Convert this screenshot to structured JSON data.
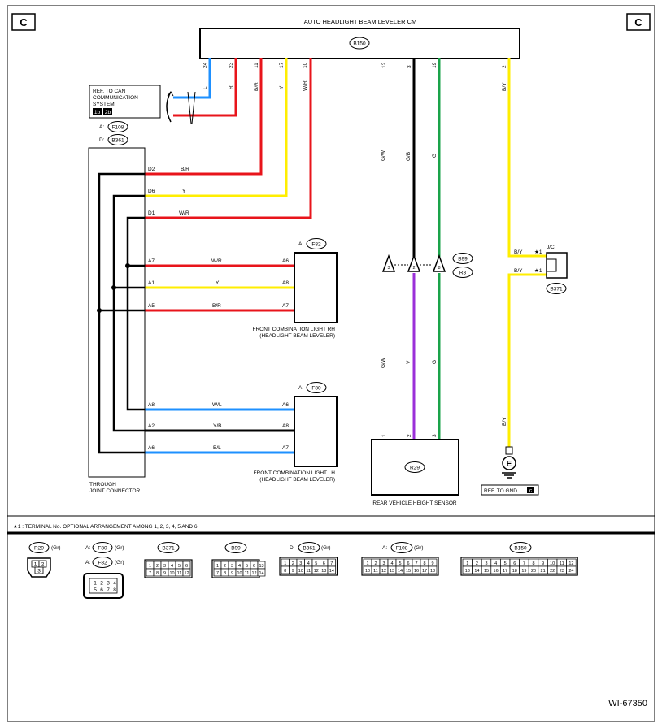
{
  "diagram_id": "WI-67350",
  "corner_markers": {
    "left": "C",
    "right": "C"
  },
  "control_module": {
    "title": "AUTO HEADLIGHT BEAM LEVELER CM",
    "connector": "B150",
    "pins": [
      "24",
      "23",
      "11",
      "17",
      "10",
      "12",
      "3",
      "19",
      "2"
    ],
    "wire_labels": [
      "L",
      "R",
      "B/R",
      "Y",
      "W/R",
      "G/W",
      "G/B",
      "G",
      "B/Y"
    ]
  },
  "can_ref": {
    "line1": "REF. TO CAN",
    "line2": "COMMUNICATION",
    "line3": "SYSTEM",
    "tag1": "1b",
    "tag2": "2b"
  },
  "joint": {
    "conn_a_prefix": "A:",
    "conn_a": "F108",
    "conn_d_prefix": "D:",
    "conn_d": "B361",
    "label_line1": "THROUGH",
    "label_line2": "JOINT CONNECTOR",
    "pins_d": [
      "D2",
      "D6",
      "D1"
    ],
    "wires_d": [
      "B/R",
      "Y",
      "W/R"
    ],
    "pins_a_rh": [
      "A7",
      "A1",
      "A5"
    ],
    "wires_a_rh": [
      "W/R",
      "Y",
      "B/R"
    ],
    "pins_a_lh": [
      "A8",
      "A2",
      "A6"
    ],
    "wires_a_lh": [
      "W/L",
      "Y/B",
      "B/L"
    ]
  },
  "light_rh": {
    "prefix": "A:",
    "connector": "F82",
    "pins": [
      "A6",
      "A8",
      "A7"
    ],
    "line1": "FRONT COMBINATION LIGHT RH",
    "line2": "(HEADLIGHT BEAM LEVELER)"
  },
  "light_lh": {
    "prefix": "A:",
    "connector": "F80",
    "pins": [
      "A6",
      "A8",
      "A7"
    ],
    "line1": "FRONT COMBINATION LIGHT LH",
    "line2": "(HEADLIGHT BEAM LEVELER)"
  },
  "mid_connectors": [
    "B99",
    "R3"
  ],
  "joint_pins": [
    "3",
    "2",
    "8"
  ],
  "sensor": {
    "connector": "R29",
    "pins": [
      "1",
      "2",
      "3"
    ],
    "wire_labels": [
      "G/W",
      "V",
      "G"
    ],
    "label": "REAR VEHICLE HEIGHT SENSOR"
  },
  "jc": {
    "label": "J/C",
    "connector": "B371",
    "star_top": "★1",
    "star_bottom": "★1",
    "wire_top": "B/Y",
    "wire_bottom": "B/Y",
    "wire_down": "B/Y"
  },
  "ground": {
    "symbol": "E",
    "ref": "REF. TO GND",
    "tag": "c"
  },
  "footnote": "★1 : TERMINAL No. OPTIONAL ARRANGEMENT AMONG 1, 2, 3, 4, 5 AND 6",
  "legend": {
    "r29": {
      "name": "R29",
      "note": "(Gr)",
      "cells": [
        "1",
        "2",
        "3"
      ]
    },
    "f80f82": {
      "a1": "A:",
      "name1": "F80",
      "note1": "(Gr)",
      "a2": "A:",
      "name2": "F82",
      "note2": "(Gr)",
      "cells": [
        "1",
        "2",
        "3",
        "4",
        "5",
        "6",
        "7",
        "8"
      ]
    },
    "b371": {
      "name": "B371",
      "cells": [
        "1",
        "2",
        "3",
        "4",
        "5",
        "6",
        "7",
        "8",
        "9",
        "10",
        "11",
        "12"
      ]
    },
    "b99": {
      "name": "B99",
      "cells": [
        "1",
        "2",
        "3",
        "4",
        "5",
        "6",
        "7",
        "8",
        "9",
        "10",
        "11",
        "12",
        "13",
        "14"
      ]
    },
    "b361": {
      "prefix": "D:",
      "name": "B361",
      "note": "(Gr)",
      "cells": [
        "1",
        "2",
        "3",
        "4",
        "5",
        "6",
        "7",
        "8",
        "9",
        "10",
        "11",
        "12",
        "13",
        "14"
      ]
    },
    "f108": {
      "prefix": "A:",
      "name": "F108",
      "note": "(Gr)",
      "cells": [
        "1",
        "2",
        "3",
        "4",
        "5",
        "6",
        "7",
        "8",
        "9",
        "10",
        "11",
        "12",
        "13",
        "14",
        "15",
        "16",
        "17",
        "18"
      ]
    },
    "b150": {
      "name": "B150",
      "cells": [
        "1",
        "2",
        "3",
        "4",
        "5",
        "6",
        "7",
        "8",
        "9",
        "10",
        "11",
        "12",
        "13",
        "14",
        "15",
        "16",
        "17",
        "18",
        "19",
        "20",
        "21",
        "22",
        "23",
        "24"
      ]
    }
  },
  "colors": {
    "L": "#1e90ff",
    "R": "#e8141b",
    "Y": "#ffee00",
    "G": "#1aa34a",
    "V": "#9b30d9",
    "B": "#000000"
  }
}
